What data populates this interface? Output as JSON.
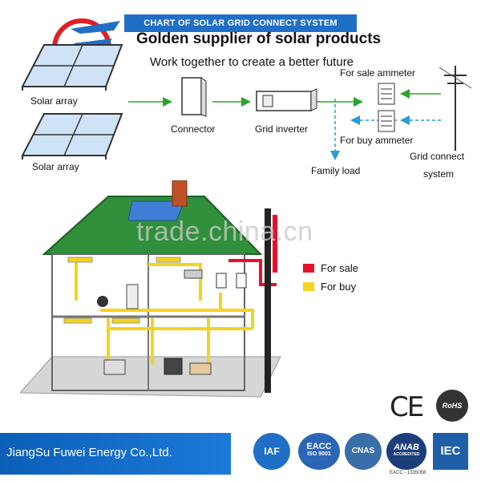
{
  "header": {
    "banner": "CHART OF SOLAR GRID CONNECT SYSTEM",
    "headline": "Golden supplier of solar products",
    "subline": "Work together to create a better future"
  },
  "flow": {
    "solar_array_1": "Solar array",
    "solar_array_2": "Solar array",
    "connector": "Connector",
    "grid_inverter": "Grid inverter",
    "for_sale_ammeter": "For sale ammeter",
    "for_buy_ammeter": "For buy ammeter",
    "family_load": "Family load",
    "grid_connect_1": "Grid connect",
    "grid_connect_2": "system"
  },
  "watermark": "trade.china.cn",
  "legend": {
    "for_sale": "For sale",
    "for_buy": "For buy",
    "sale_color": "#e8102a",
    "buy_color": "#f6d31c"
  },
  "footer": {
    "company": "JiangSu Fuwei Energy Co.,Ltd."
  },
  "certifications": {
    "ce": "CE",
    "rohs": "RoHS",
    "iaf": "IAF",
    "eacc": "EACC",
    "iso": "ISO 9001",
    "cnas": "CNAS",
    "anab": "ANAB",
    "anab_sub": "ACCREDITED",
    "eacc_code": "EACC - 1335058",
    "iec": "IEC"
  },
  "icons": [
    "company-logo-icon",
    "solar-panel-icon",
    "connector-icon",
    "inverter-icon",
    "ammeter-icon",
    "utility-pole-icon",
    "house-icon",
    "chimney-icon",
    "appliance-icon",
    "ce-mark-icon",
    "rohs-icon",
    "iaf-icon",
    "eacc-icon",
    "cnas-icon",
    "anab-icon",
    "iec-icon"
  ]
}
